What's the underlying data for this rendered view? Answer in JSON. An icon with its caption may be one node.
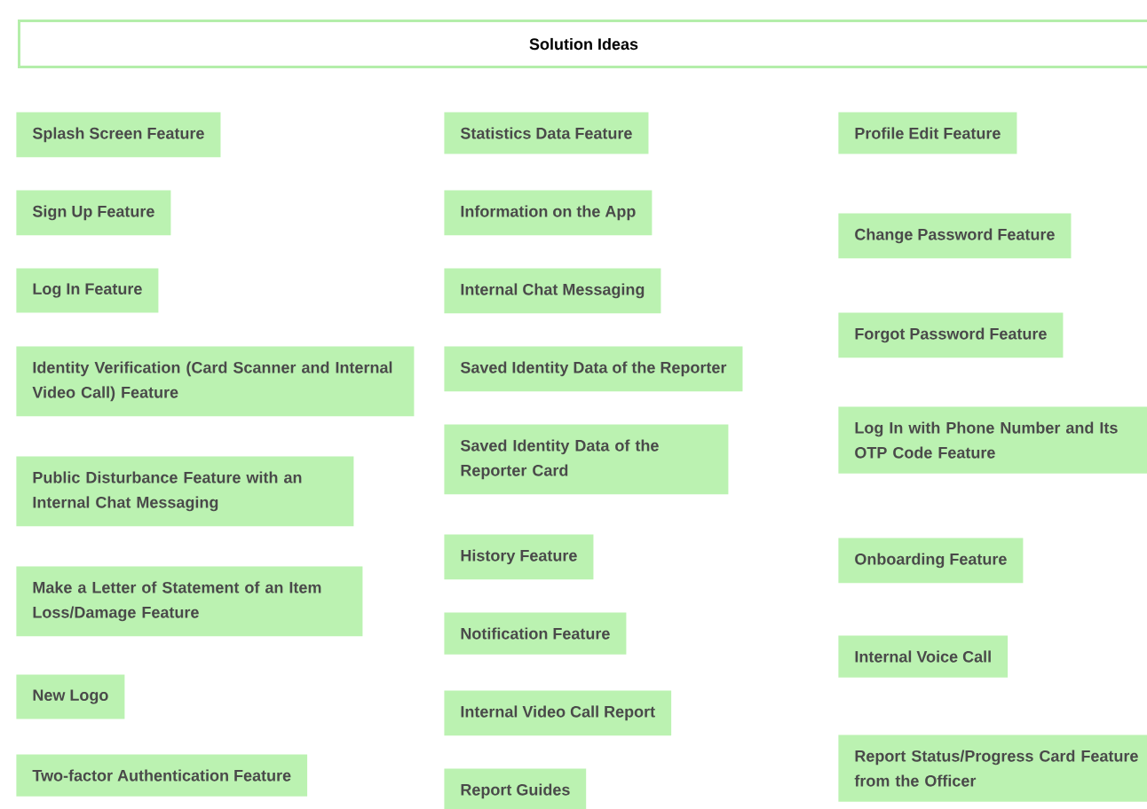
{
  "diagram": {
    "nodes": [
      {
        "text": [
          "Solution Ideas"
        ]
      },
      {
        "text": [
          "Splash Screen Feature"
        ]
      },
      {
        "text": [
          "Sign Up Feature"
        ]
      },
      {
        "text": [
          "Log In Feature"
        ]
      },
      {
        "text": [
          "Identity Verification (Card Scanner and Internal Video Call) Feature"
        ]
      },
      {
        "text": [
          "Public Disturbance Feature with an Internal Chat Messaging"
        ]
      },
      {
        "text": [
          "Make a Letter of Statement of an Item Loss/Damage Feature"
        ]
      },
      {
        "text": [
          "New Logo"
        ]
      },
      {
        "text": [
          "Two-factor Authentication Feature"
        ]
      },
      {
        "text": [
          "Statistics Data Feature"
        ]
      },
      {
        "text": [
          "Information on the App"
        ]
      },
      {
        "text": [
          "Internal Chat Messaging"
        ]
      },
      {
        "text": [
          "Saved Identity Data of the Reporter"
        ]
      },
      {
        "text": [
          "Saved Identity Data of the Reporter Card"
        ]
      },
      {
        "text": [
          "History Feature"
        ]
      },
      {
        "text": [
          "Notification Feature"
        ]
      },
      {
        "text": [
          "Internal Video Call Report"
        ]
      },
      {
        "text": [
          "Report Guides"
        ]
      },
      {
        "text": [
          "Profile Edit Feature"
        ]
      },
      {
        "text": [
          "Change Password Feature"
        ]
      },
      {
        "text": [
          "Forgot Password Feature"
        ]
      },
      {
        "text": [
          "Log In with Phone Number and Its OTP Code Feature"
        ]
      },
      {
        "text": [
          "Onboarding Feature"
        ]
      },
      {
        "text": [
          "Internal Voice Call"
        ]
      },
      {
        "text": [
          "Report Status/Progress Card Feature from the Officer"
        ]
      }
    ]
  }
}
